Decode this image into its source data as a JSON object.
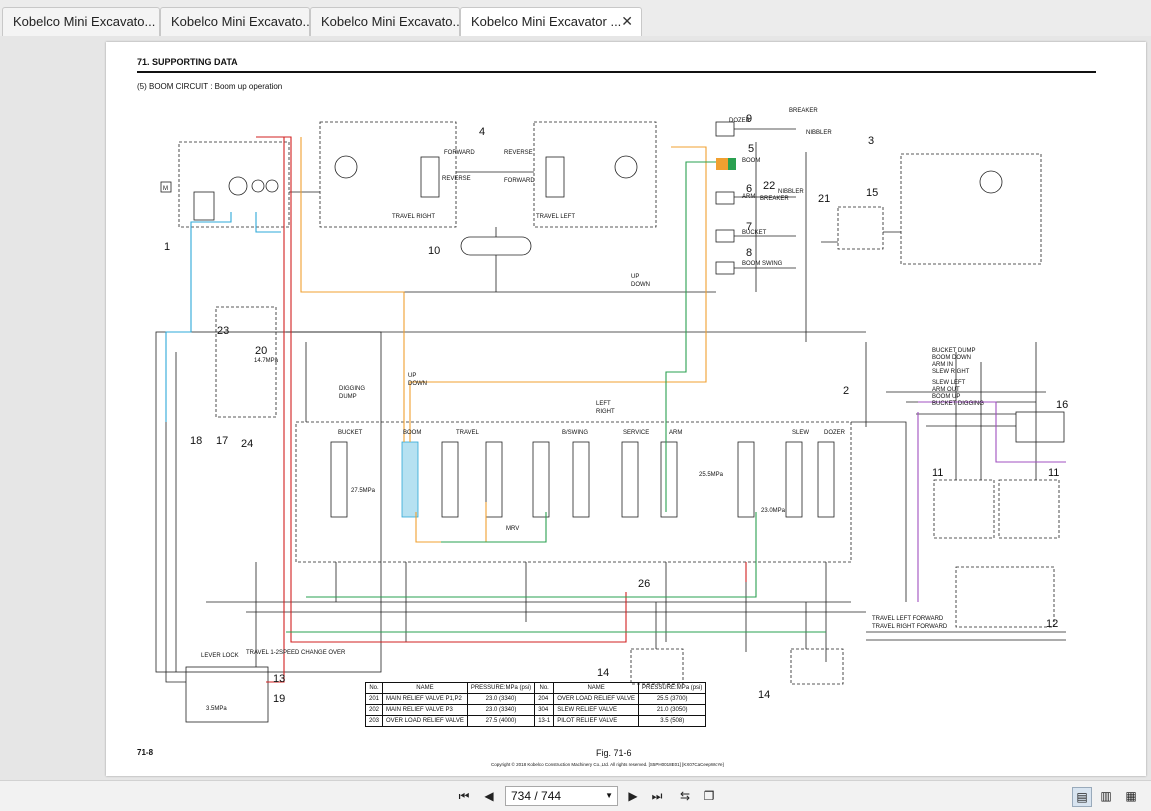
{
  "tabs": [
    {
      "label": "Kobelco Mini Excavato..."
    },
    {
      "label": "Kobelco Mini Excavato..."
    },
    {
      "label": "Kobelco Mini Excavato..."
    },
    {
      "label": "Kobelco Mini Excavator ..."
    }
  ],
  "document": {
    "section_title": "71. SUPPORTING DATA",
    "subtitle": "(5)  BOOM CIRCUIT : Boom up operation",
    "page_number": "71-8",
    "figure_label": "Fig. 71-6",
    "copyright": "Copyright © 2018 Kobelco Construction Machinery Co.,Ltd. All rights reserved. [S5PH0018E01] [KX07CaCeepWcYe]"
  },
  "diagram": {
    "callouts": [
      "1",
      "2",
      "3",
      "4",
      "5",
      "6",
      "7",
      "8",
      "9",
      "10",
      "11",
      "11",
      "12",
      "13",
      "14",
      "14",
      "15",
      "16",
      "17",
      "18",
      "19",
      "20",
      "21",
      "22",
      "23",
      "24",
      "26"
    ],
    "labels": {
      "forward": "FORWARD",
      "reverse": "REVERSE",
      "travel_right": "TRAVEL RIGHT",
      "travel_left": "TRAVEL LEFT",
      "dozer": "DOZER",
      "boom": "BOOM",
      "arm": "ARM",
      "bucket": "BUCKET",
      "boom_swing": "BOOM SWING",
      "breaker": "BREAKER",
      "nibbler": "NIBBLER",
      "up": "UP",
      "down": "DOWN",
      "digging": "DIGGING",
      "dump": "DUMP",
      "left": "LEFT",
      "right": "RIGHT",
      "slew": "SLEW",
      "service": "SERVICE",
      "bswing": "B/SWING",
      "travel": "TRAVEL",
      "bucket_dump": "BUCKET DUMP",
      "boom_down": "BOOM DOWN",
      "arm_in": "ARM IN",
      "slew_right": "SLEW RIGHT",
      "slew_left": "SLEW LEFT",
      "arm_out": "ARM OUT",
      "boom_up": "BOOM UP",
      "bucket_digging": "BUCKET DIGGING",
      "travel_left_forward": "TRAVEL LEFT FORWARD",
      "travel_right_forward": "TRAVEL RIGHT FORWARD",
      "lever_lock": "LEVER LOCK",
      "travel_2speed": "TRAVEL 1-2SPEED CHANGE OVER",
      "mrv": "MRV",
      "pump_m": "M",
      "p_275": "27.5MPa",
      "p_255": "25.5MPa",
      "p_230": "23.0MPa",
      "p_147": "14.7MPa",
      "p_35": "3.5MPa"
    }
  },
  "pressure_table": {
    "headers": [
      "No.",
      "NAME",
      "PRESSURE:MPa (psi)",
      "No.",
      "NAME",
      "PRESSURE:MPa (psi)"
    ],
    "rows": [
      [
        "201",
        "MAIN RELIEF VALVE P1,P2",
        "23.0 (3340)",
        "204",
        "OVER LOAD RELIEF VALVE",
        "25.5 (3700)"
      ],
      [
        "202",
        "MAIN RELIEF VALVE P3",
        "23.0 (3340)",
        "304",
        "SLEW RELIEF VALVE",
        "21.0 (3050)"
      ],
      [
        "203",
        "OVER LOAD RELIEF VALVE",
        "27.5 (4000)",
        "13-1",
        "PILOT RELIEF VALVE",
        "3.5 (508)"
      ]
    ]
  },
  "viewer": {
    "page_display": "734 / 744",
    "current_page": 734,
    "total_pages": 744
  },
  "colors": {
    "hyd_red": "#d22020",
    "hyd_blue": "#2ea8d8",
    "hyd_orange": "#f0a030",
    "hyd_green": "#2aa050",
    "hyd_purple": "#a050c0"
  }
}
